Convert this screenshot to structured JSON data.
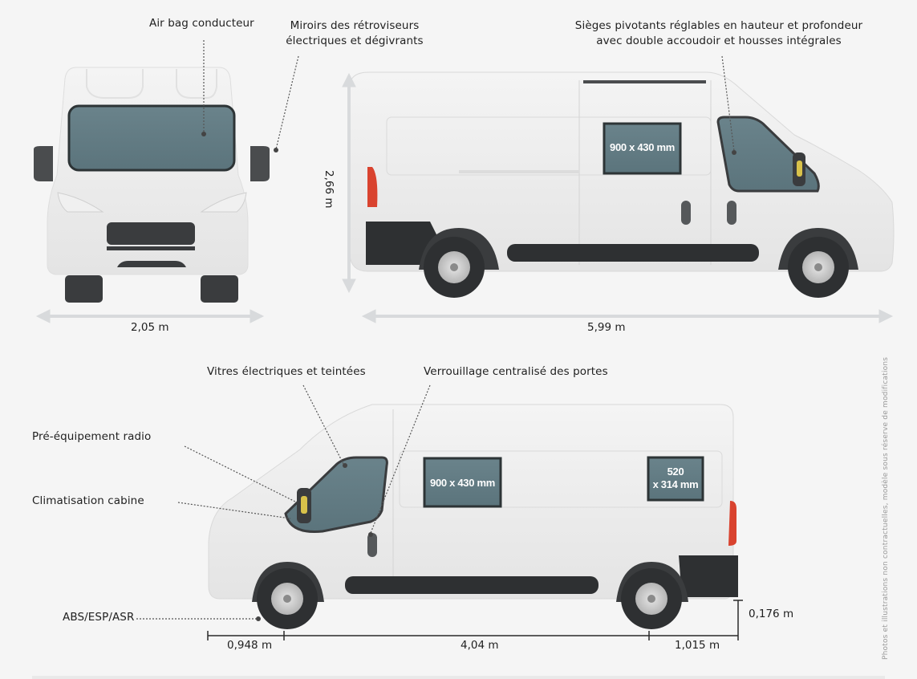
{
  "annotations": {
    "airbag": "Air bag conducteur",
    "mirrors_line1": "Miroirs des rétroviseurs",
    "mirrors_line2": "électriques et dégivrants",
    "seats_line1": "Sièges pivotants réglables en hauteur et profondeur",
    "seats_line2": "avec double accoudoir et housses intégrales",
    "windows": "Vitres électriques et teintées",
    "locking": "Verrouillage centralisé des portes",
    "radio": "Pré-équipement radio",
    "aircon": "Climatisation cabine",
    "abs": "ABS/ESP/ASR"
  },
  "dimensions": {
    "width": "2,05 m",
    "height": "2,66 m",
    "length": "5,99 m",
    "front_overhang": "0,948 m",
    "wheelbase": "4,04 m",
    "rear_overhang": "1,015 m",
    "ground_clearance": "0,176 m"
  },
  "windows": {
    "top_side": "900 x 430 mm",
    "bottom_side_front": "900 x 430 mm",
    "bottom_side_rear_line1": "520",
    "bottom_side_rear_line2": "x 314 mm"
  },
  "disclaimer": "Photos et illustrations non contractuelles, modèle sous réserve de modifications",
  "colors": {
    "background": "#f5f5f5",
    "body": "#ececec",
    "glass": "#5f7880",
    "tire": "#2e3032",
    "arrow": "#d8dadc",
    "taillight": "#d9432f",
    "indicator": "#d8c24a"
  }
}
